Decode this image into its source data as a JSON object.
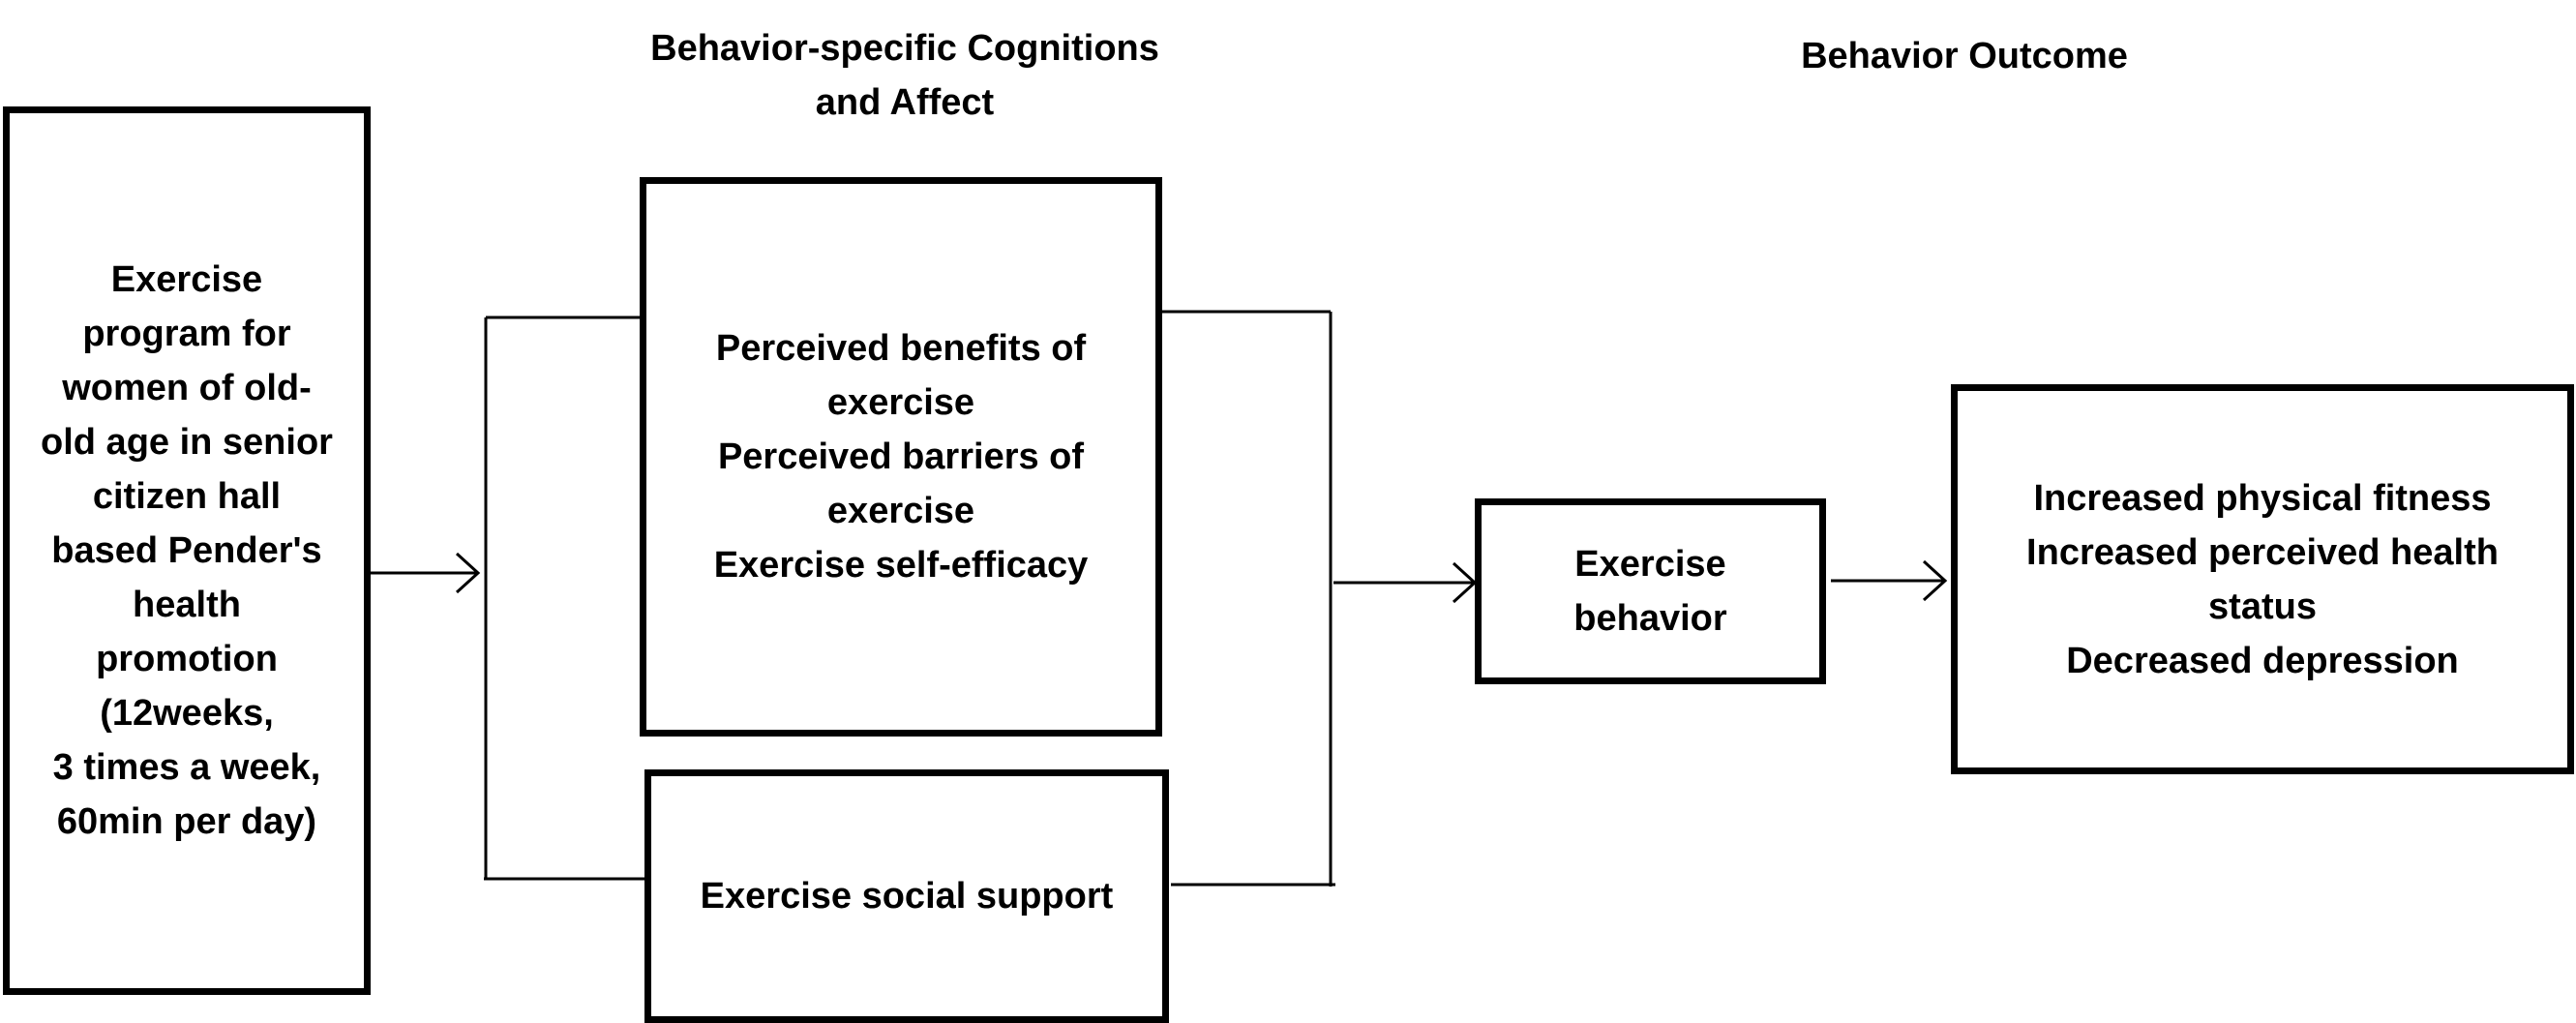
{
  "headings": {
    "cognitions": "Behavior-specific Cognitions\nand Affect",
    "outcome": "Behavior Outcome"
  },
  "boxes": {
    "program": "Exercise\nprogram for\nwomen of old-\nold age in senior\ncitizen hall\nbased Pender's\nhealth\npromotion\n(12weeks,\n3 times a week,\n60min per day)",
    "cognitions": "Perceived benefits of\nexercise\nPerceived barriers of\nexercise\nExercise self-efficacy",
    "social_support": "Exercise social support",
    "behavior": "Exercise\nbehavior",
    "outcome": "Increased physical fitness\nIncreased perceived health\nstatus\nDecreased depression"
  },
  "colors": {
    "line": "#000000",
    "background": "#ffffff"
  }
}
